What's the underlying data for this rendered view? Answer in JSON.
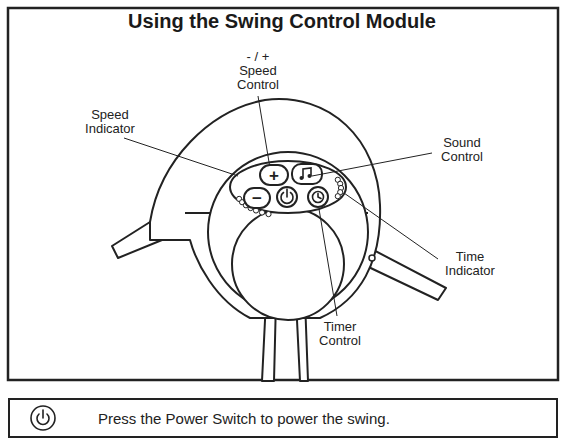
{
  "diagram": {
    "title": "Using the Swing Control Module",
    "nodes": [
      {
        "text": [
          "+"
        ]
      },
      {
        "text": [
          "−"
        ]
      },
      {
        "text": [
          "Press the Power Switch to power the swing."
        ]
      }
    ],
    "labels": [
      "- / + Speed Control",
      "Speed Indicator",
      "Sound Control",
      "Time Indicator",
      "Timer Control"
    ]
  }
}
